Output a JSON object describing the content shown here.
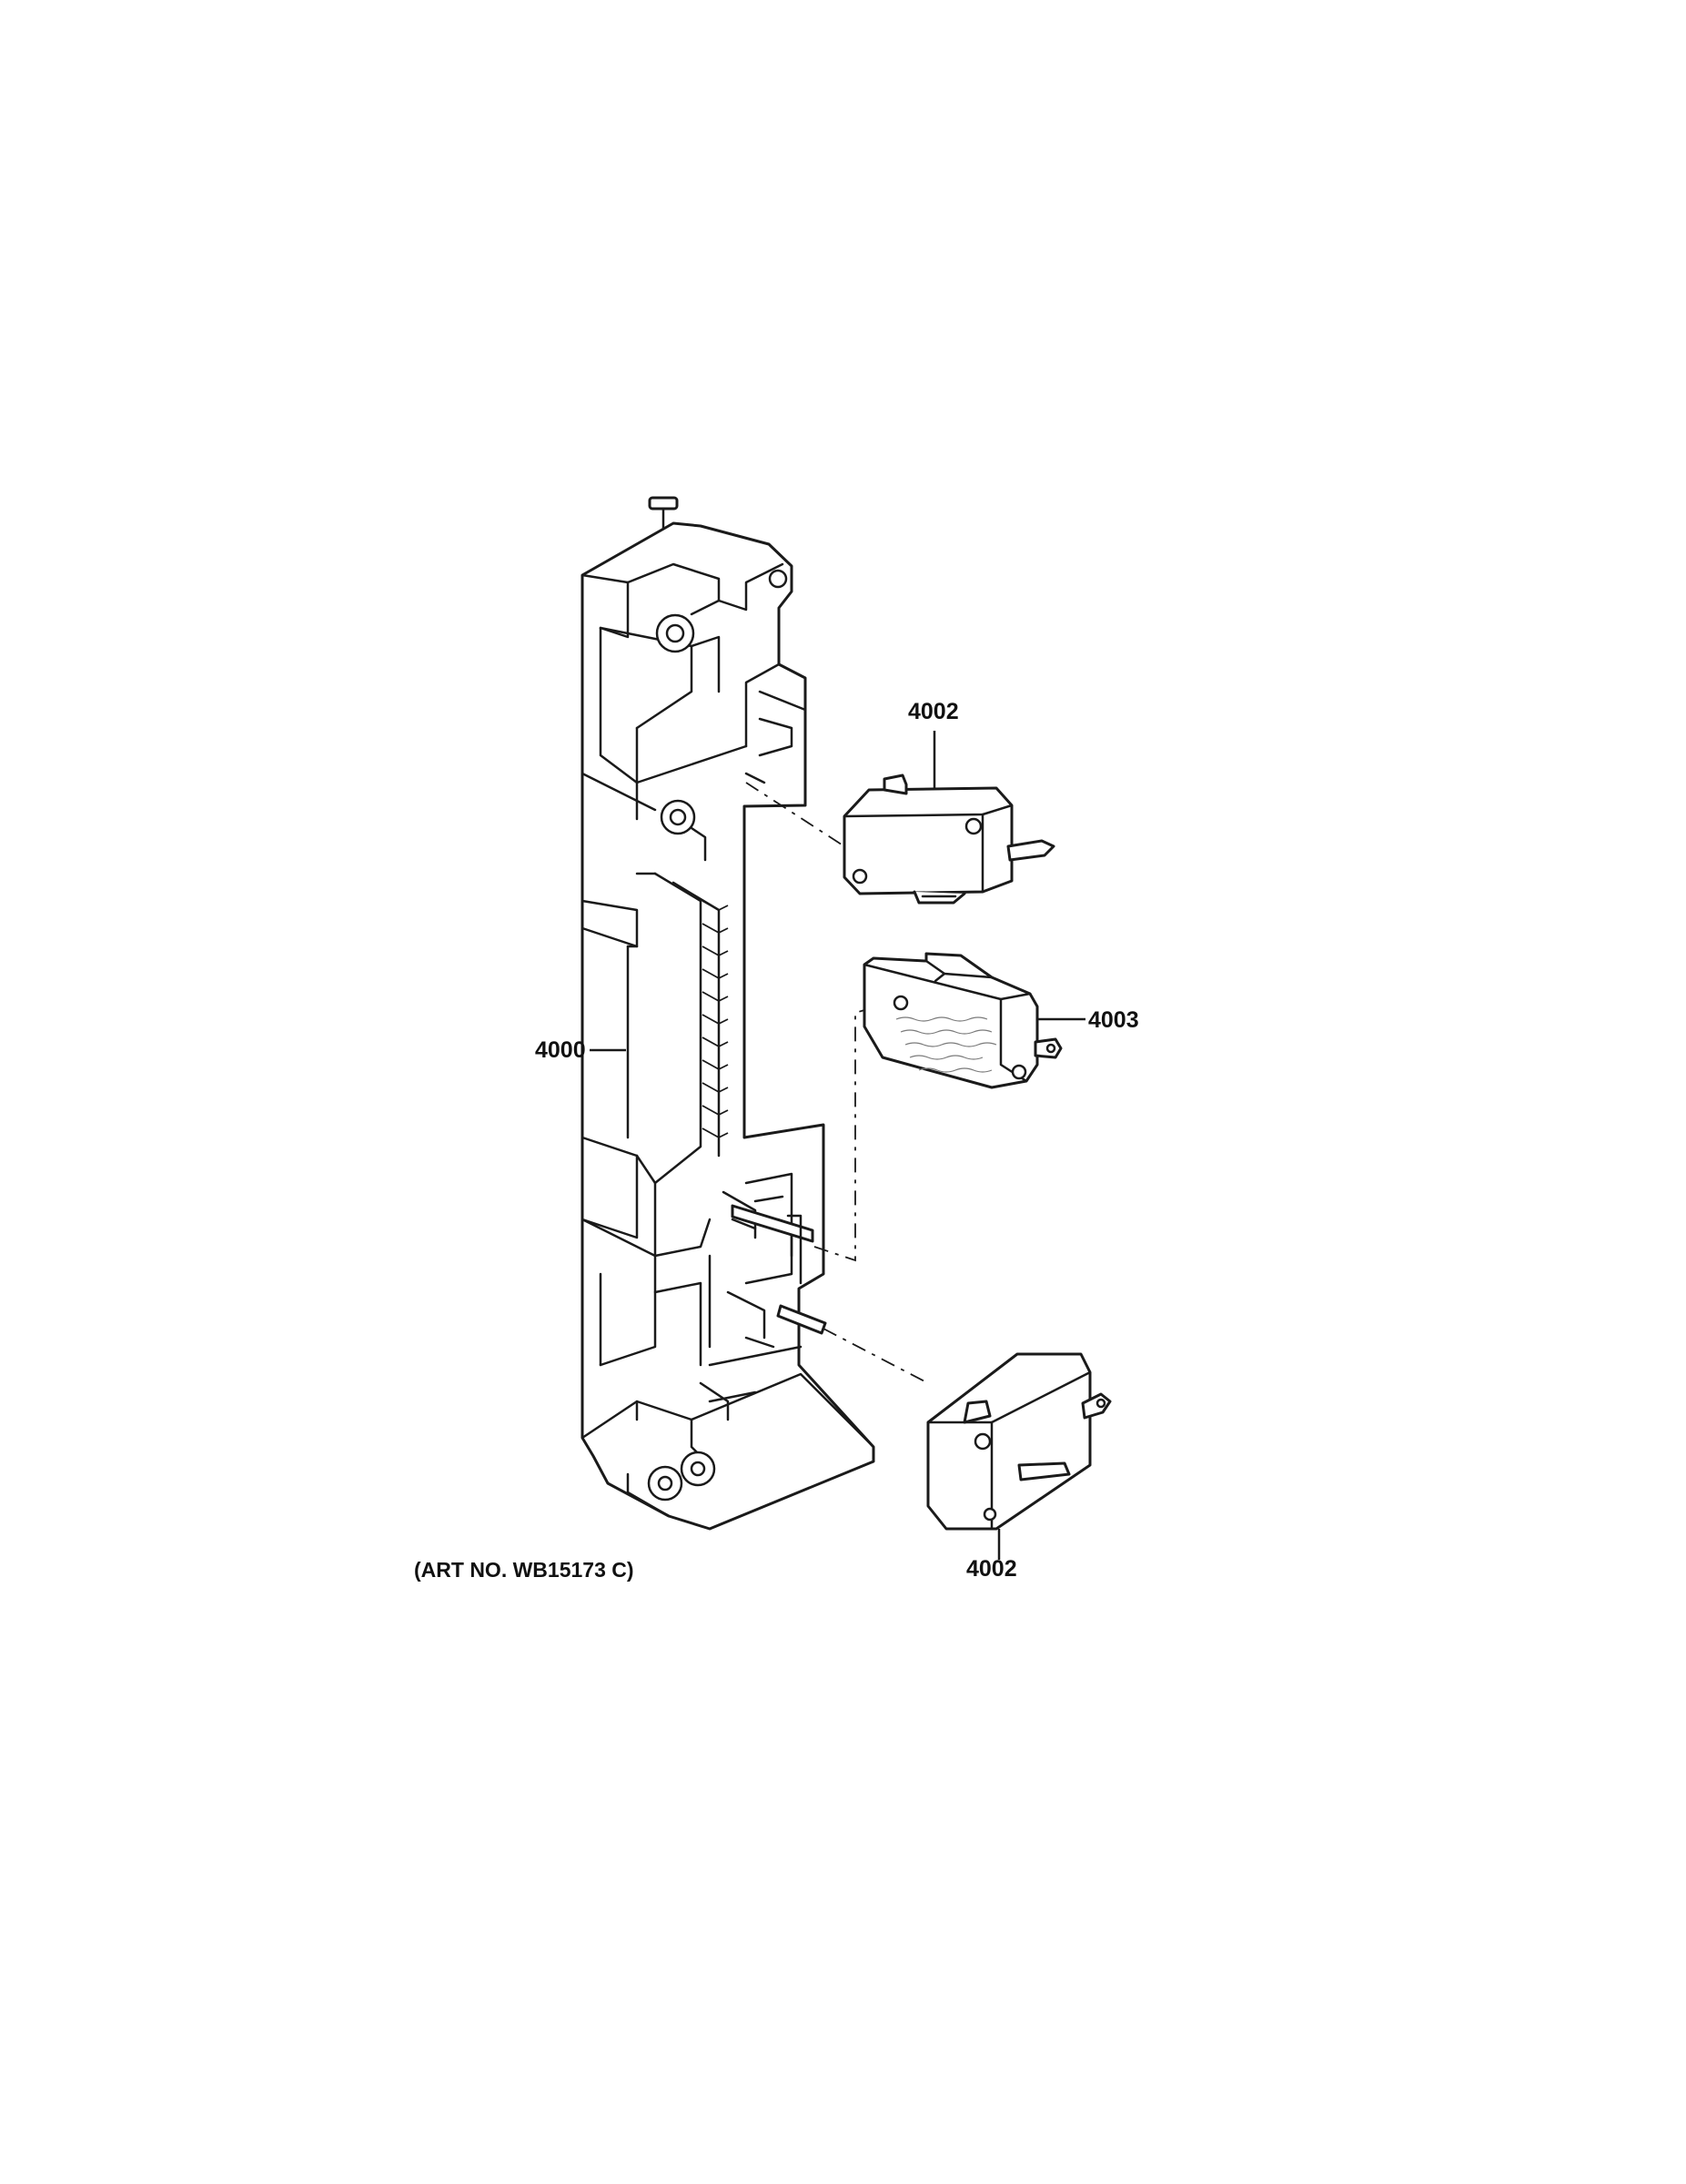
{
  "diagram": {
    "parts": [
      {
        "id": "latch-body",
        "number": "4000"
      },
      {
        "id": "switch-top",
        "number": "4002"
      },
      {
        "id": "switch-middle",
        "number": "4003"
      },
      {
        "id": "switch-bottom",
        "number": "4002"
      }
    ],
    "art_number": "(ART NO. WB15173 C)"
  }
}
